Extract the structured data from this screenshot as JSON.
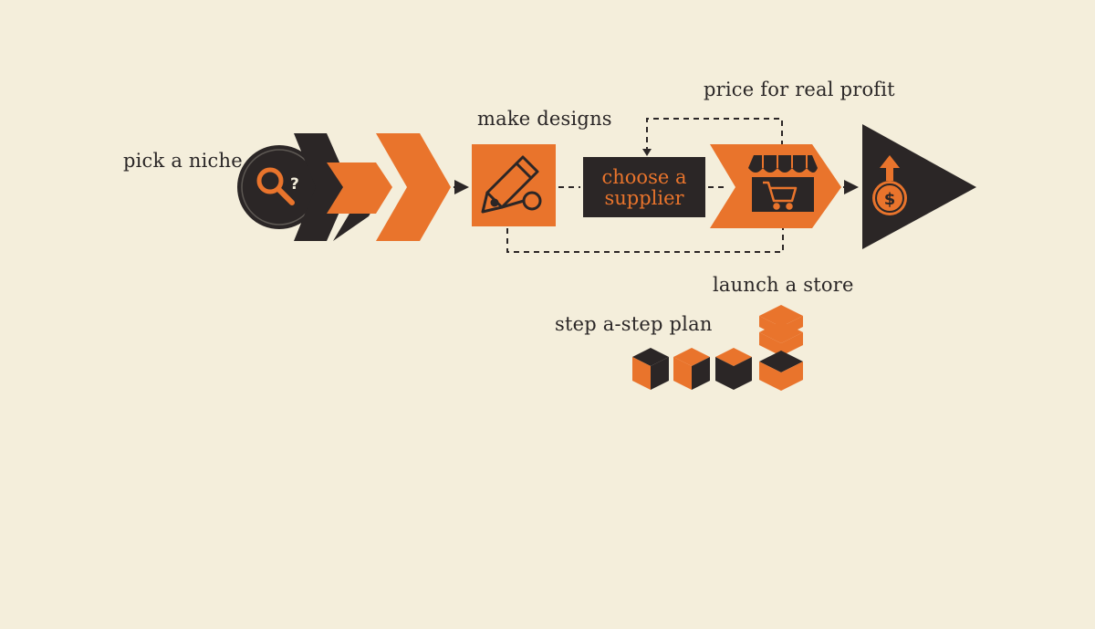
{
  "diagram": {
    "title": "",
    "steps": {
      "pick_niche": "pick a niche",
      "make_designs": "make designs",
      "choose_supplier": [
        "choose a",
        "supplier"
      ],
      "price_profit": "price for real profit",
      "launch_store": "launch a store",
      "step_plan": "step a-step plan"
    },
    "colors": {
      "background": "#f4eedb",
      "accent": "#e9742c",
      "dark": "#2b2626"
    },
    "icons": [
      "question-magnifier-icon",
      "pencil-icon",
      "store-awning-icon",
      "shopping-cart-icon",
      "dollar-up-arrow-icon",
      "blocks-icon"
    ]
  }
}
